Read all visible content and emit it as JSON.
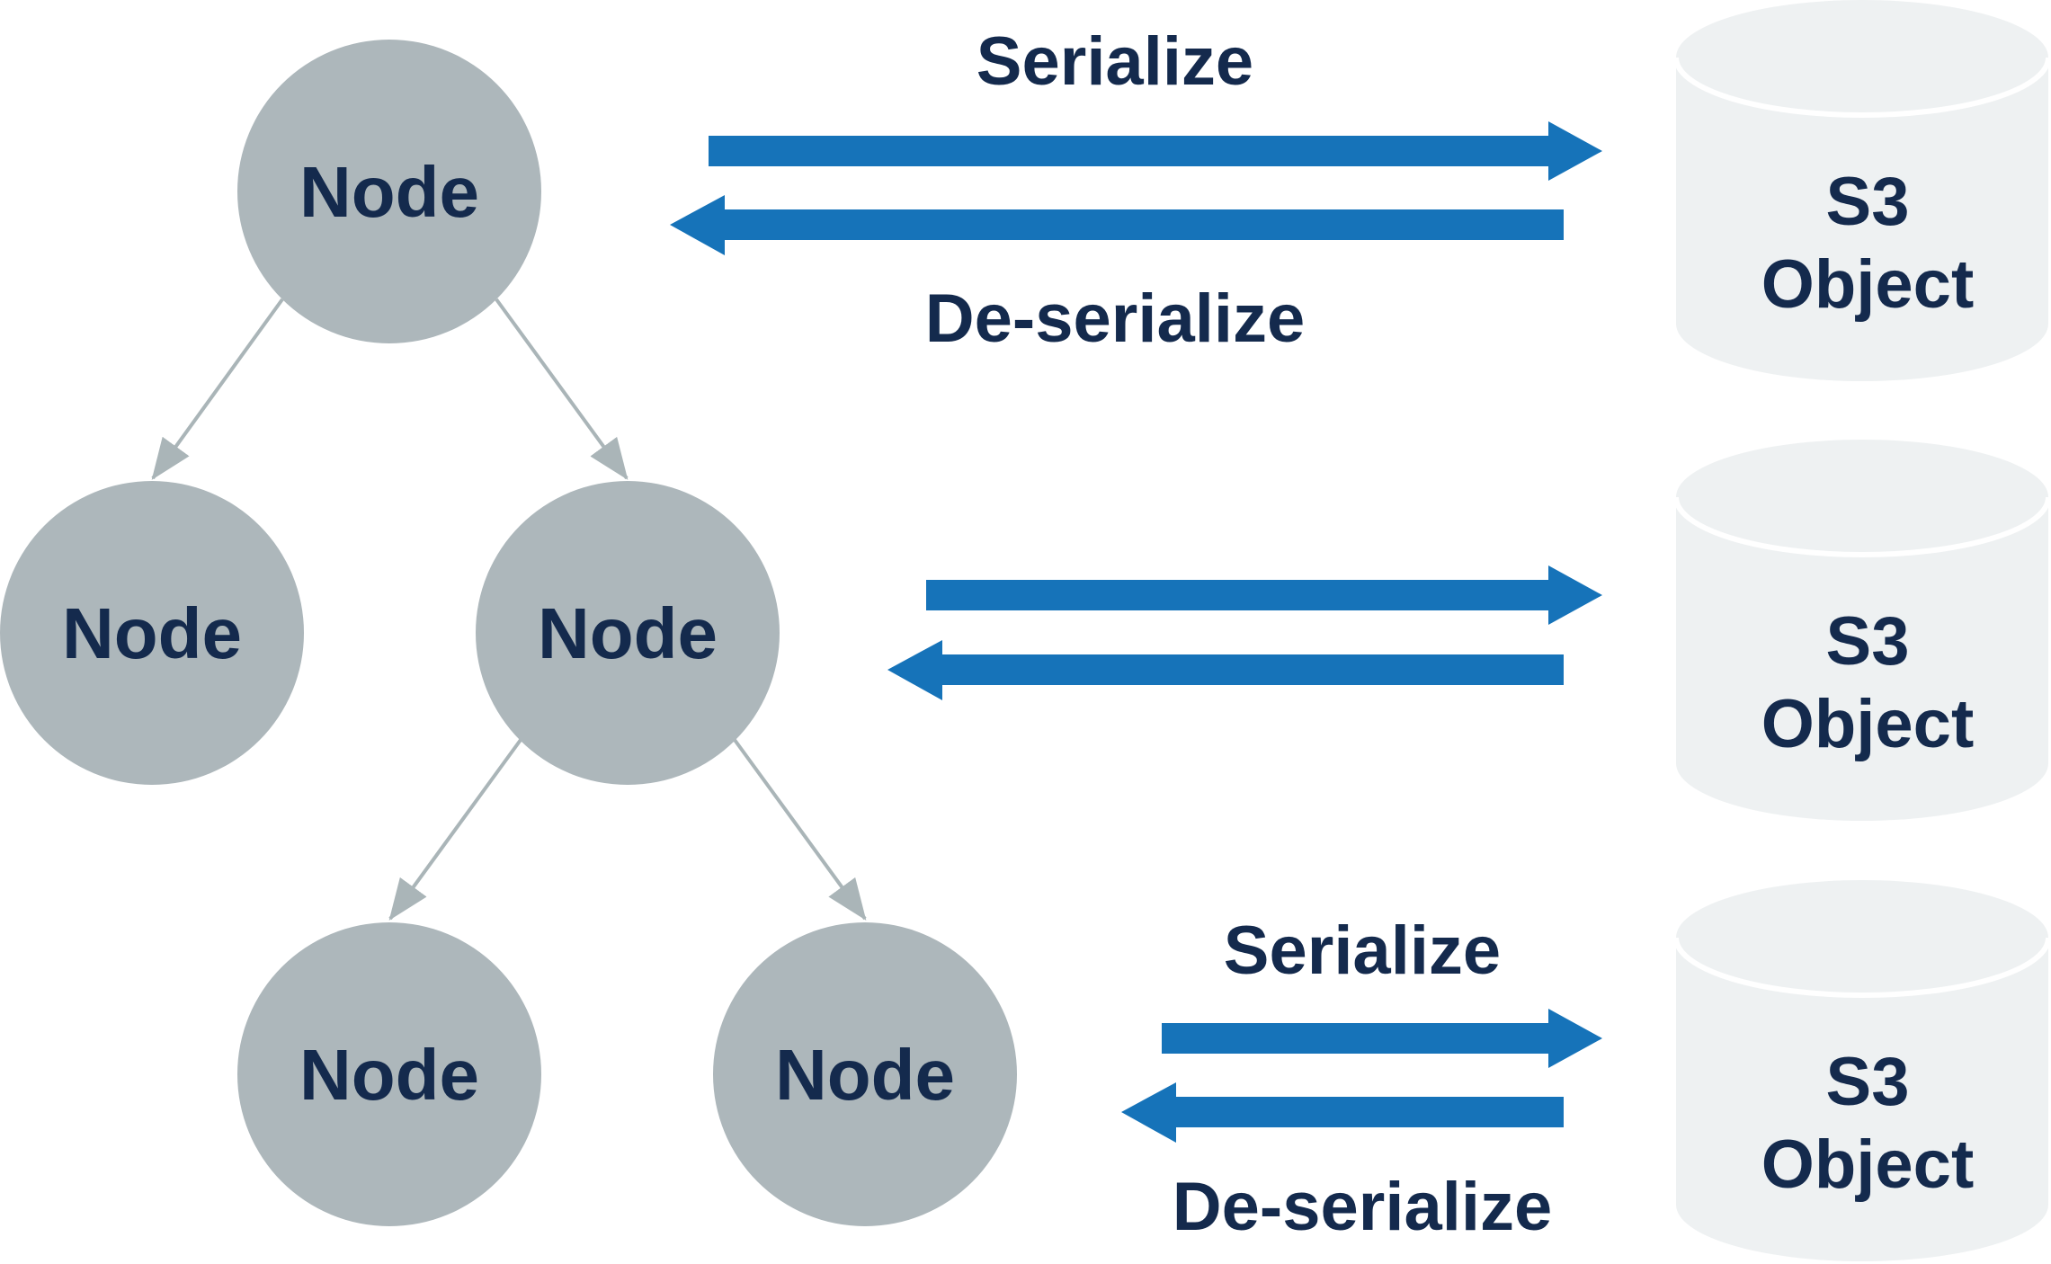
{
  "colors": {
    "node_fill": "#adb7bb",
    "edge": "#aab5b8",
    "arrow": "#1673b9",
    "text": "#142a4d",
    "store_fill": "#eef1f2",
    "store_stroke": "#ffffff"
  },
  "tree": {
    "nodes": [
      {
        "id": "root",
        "label": "Node"
      },
      {
        "id": "left",
        "label": "Node"
      },
      {
        "id": "right",
        "label": "Node"
      },
      {
        "id": "right-left",
        "label": "Node"
      },
      {
        "id": "right-right",
        "label": "Node"
      }
    ],
    "edges": [
      {
        "from": "root",
        "to": "left"
      },
      {
        "from": "root",
        "to": "right"
      },
      {
        "from": "right",
        "to": "right-left"
      },
      {
        "from": "right",
        "to": "right-right"
      }
    ]
  },
  "flows": [
    {
      "serialize_label": "Serialize",
      "deserialize_label": "De-serialize"
    },
    {
      "serialize_label": "",
      "deserialize_label": ""
    },
    {
      "serialize_label": "Serialize",
      "deserialize_label": "De-serialize"
    }
  ],
  "stores": [
    {
      "line1": "S3",
      "line2": "Object",
      "icon": "database-cylinder-icon"
    },
    {
      "line1": "S3",
      "line2": "Object",
      "icon": "database-cylinder-icon"
    },
    {
      "line1": "S3",
      "line2": "Object",
      "icon": "database-cylinder-icon"
    }
  ]
}
